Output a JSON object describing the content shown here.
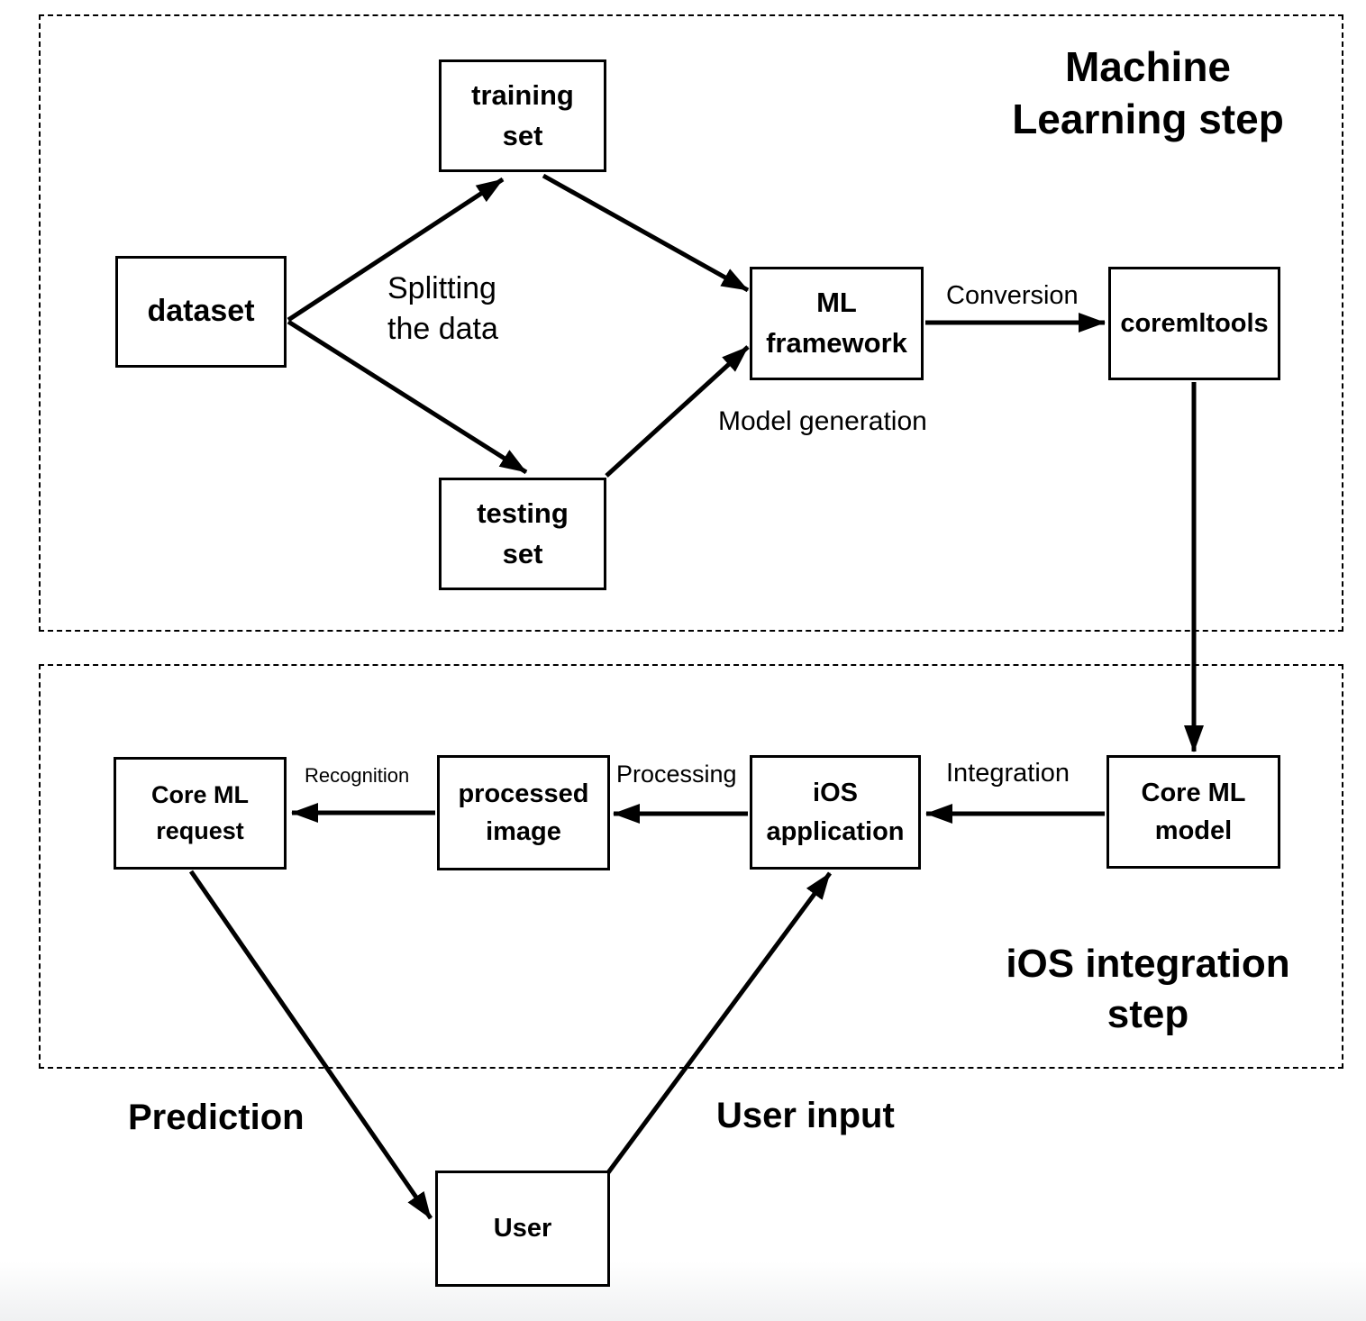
{
  "sections": {
    "machine_learning": {
      "title_lines": [
        "Machine",
        "Learning step"
      ]
    },
    "ios_integration": {
      "title_lines": [
        "iOS integration",
        "step"
      ]
    }
  },
  "nodes": {
    "training_set": {
      "lines": [
        "training",
        "set"
      ]
    },
    "dataset": {
      "lines": [
        "dataset"
      ]
    },
    "testing_set": {
      "lines": [
        "testing",
        "set"
      ]
    },
    "ml_framework": {
      "lines": [
        "ML",
        "framework"
      ]
    },
    "coremltools": {
      "lines": [
        "coremltools"
      ]
    },
    "core_ml_request": {
      "lines": [
        "Core ML",
        "request"
      ]
    },
    "processed_image": {
      "lines": [
        "processed",
        "image"
      ]
    },
    "ios_application": {
      "lines": [
        "iOS",
        "application"
      ]
    },
    "core_ml_model": {
      "lines": [
        "Core ML",
        "model"
      ]
    },
    "user": {
      "lines": [
        "User"
      ]
    }
  },
  "edge_labels": {
    "splitting": {
      "lines": [
        "Splitting",
        "the data"
      ]
    },
    "model_generation": "Model generation",
    "conversion": "Conversion",
    "integration": "Integration",
    "processing": "Processing",
    "recognition": "Recognition",
    "prediction": "Prediction",
    "user_input": "User input"
  },
  "colors": {
    "line": "#000000",
    "background": "#ffffff",
    "footer_strip": "#f3f4f5"
  }
}
